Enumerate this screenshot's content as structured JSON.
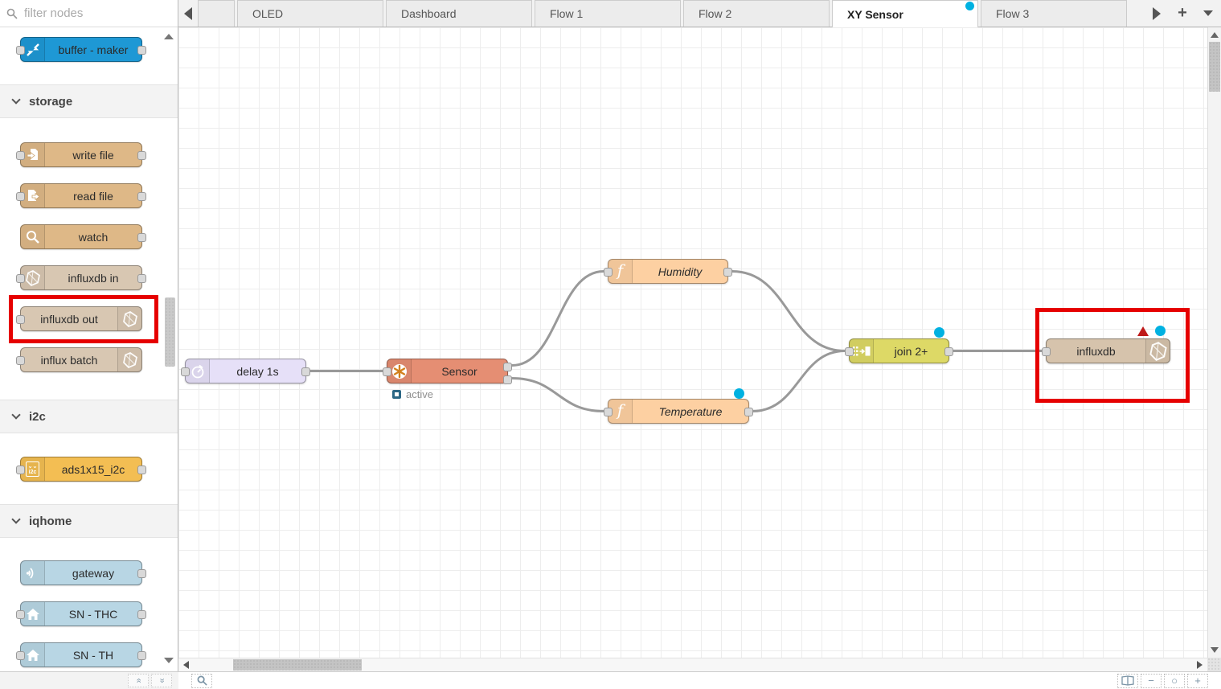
{
  "app": {
    "name": "Node-RED flow editor"
  },
  "tabs": {
    "items": [
      {
        "label": "OLED",
        "active": false,
        "modified": false
      },
      {
        "label": "Dashboard",
        "active": false,
        "modified": false
      },
      {
        "label": "Flow 1",
        "active": false,
        "modified": false
      },
      {
        "label": "Flow 2",
        "active": false,
        "modified": false
      },
      {
        "label": "XY Sensor",
        "active": true,
        "modified": true
      },
      {
        "label": "Flow 3",
        "active": false,
        "modified": false
      }
    ]
  },
  "palette": {
    "search_placeholder": "filter nodes",
    "pinned_item": {
      "label": "buffer - maker",
      "color": "#1e98d5"
    },
    "categories": [
      {
        "label": "storage",
        "expanded": true,
        "items": [
          {
            "label": "write file",
            "color": "#deb887"
          },
          {
            "label": "read file",
            "color": "#deb887"
          },
          {
            "label": "watch",
            "color": "#deb887"
          },
          {
            "label": "influxdb in",
            "color": "#d8c7b2"
          },
          {
            "label": "influxdb out",
            "color": "#d8c7b2",
            "highlighted": true
          },
          {
            "label": "influx batch",
            "color": "#d8c7b2"
          }
        ]
      },
      {
        "label": "i2c",
        "expanded": true,
        "items": [
          {
            "label": "ads1x15_i2c",
            "color": "#f3be53"
          }
        ]
      },
      {
        "label": "iqhome",
        "expanded": true,
        "items": [
          {
            "label": "gateway",
            "color": "#b8d6e4"
          },
          {
            "label": "SN - THC",
            "color": "#b8d6e4"
          },
          {
            "label": "SN - TH",
            "color": "#b8d6e4"
          }
        ]
      }
    ]
  },
  "canvas": {
    "nodes": [
      {
        "label": "delay 1s",
        "color": "#e6e0f8"
      },
      {
        "label": "Sensor",
        "color": "#e58e73",
        "status": "active"
      },
      {
        "label": "Humidity",
        "color": "#fdd0a2"
      },
      {
        "label": "Temperature",
        "color": "#fdd0a2",
        "modified": true
      },
      {
        "label": "join 2+",
        "color": "#ddd966",
        "modified": true
      },
      {
        "label": "influxdb",
        "color": "#d6c3ac",
        "modified": true,
        "error": true,
        "highlighted": true
      }
    ],
    "wires": [
      [
        "delay 1s",
        "Sensor"
      ],
      [
        "Sensor",
        "Humidity"
      ],
      [
        "Sensor",
        "Temperature"
      ],
      [
        "Humidity",
        "join 2+"
      ],
      [
        "Temperature",
        "join 2+"
      ],
      [
        "join 2+",
        "influxdb"
      ]
    ],
    "sensor_status_label": "active"
  },
  "colors": {
    "highlight_box": "#e60000",
    "modified_dot": "#00b1e1",
    "error_triangle": "#bf1a1a",
    "wire": "#999999"
  }
}
